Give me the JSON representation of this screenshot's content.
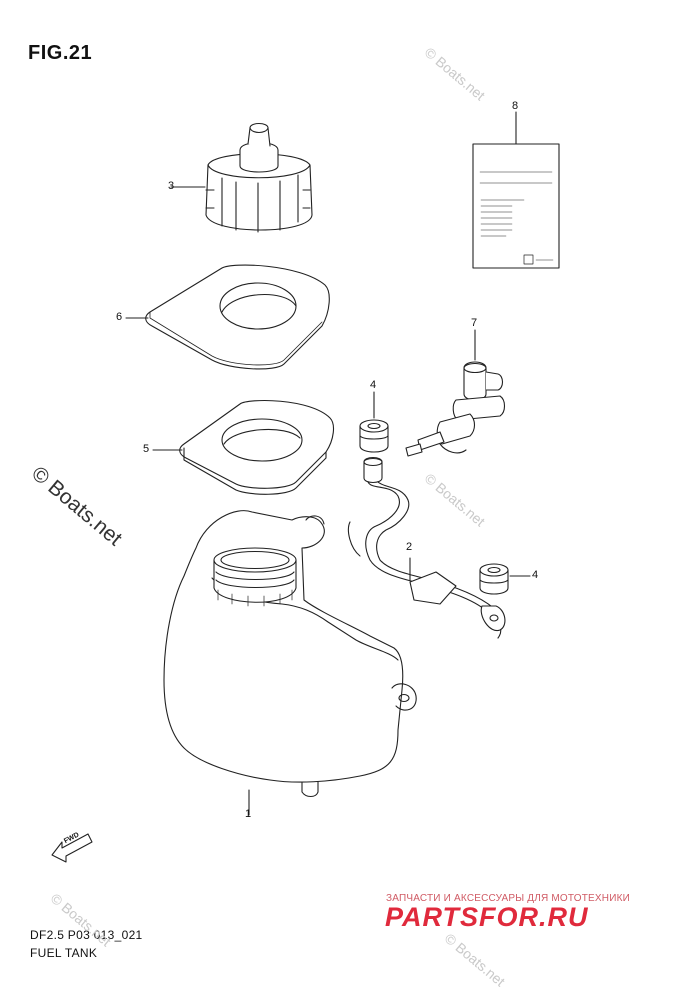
{
  "figure": {
    "title": "FIG.21",
    "code": "DF2.5 P03 013_021",
    "name": "FUEL TANK"
  },
  "callouts": [
    "1",
    "2",
    "3",
    "4",
    "4",
    "5",
    "6",
    "7",
    "8"
  ],
  "watermarks": {
    "main": "© Boats.net",
    "faint": "© Boats.net"
  },
  "brand": {
    "subtitle": "ЗАПЧАСТИ И АКСЕССУАРЫ ДЛЯ МОТОТЕХНИКИ",
    "name": "PARTSFOR.RU",
    "color": "#e02a3c"
  },
  "direction_mark": "FWD",
  "icons": [
    "fwd-arrow-icon"
  ]
}
